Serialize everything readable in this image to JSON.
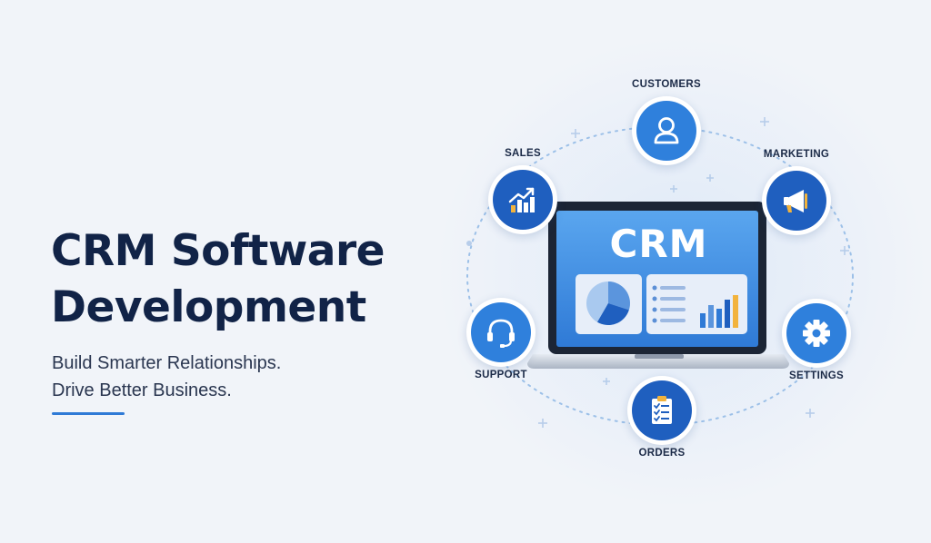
{
  "headline": {
    "line1": "CRM Software",
    "line2": "Development"
  },
  "tagline": {
    "line1": "Build Smarter Relationships.",
    "line2": "Drive Better Business."
  },
  "laptop": {
    "screen_title": "CRM"
  },
  "nodes": {
    "customers": {
      "label": "CUSTOMERS",
      "icon": "user-icon"
    },
    "sales": {
      "label": "SALES",
      "icon": "growth-chart-icon"
    },
    "marketing": {
      "label": "MARKETING",
      "icon": "megaphone-icon"
    },
    "support": {
      "label": "SUPPORT",
      "icon": "headset-icon"
    },
    "settings": {
      "label": "SETTINGS",
      "icon": "gear-icon"
    },
    "orders": {
      "label": "ORDERS",
      "icon": "clipboard-checklist-icon"
    }
  },
  "colors": {
    "navy_text": "#112347",
    "accent_blue": "#2f7ad6",
    "node_blue": "#2f80dc",
    "node_dark_blue": "#1f5fbf",
    "chart_gold": "#f2b33d",
    "background": "#f1f4f9"
  }
}
